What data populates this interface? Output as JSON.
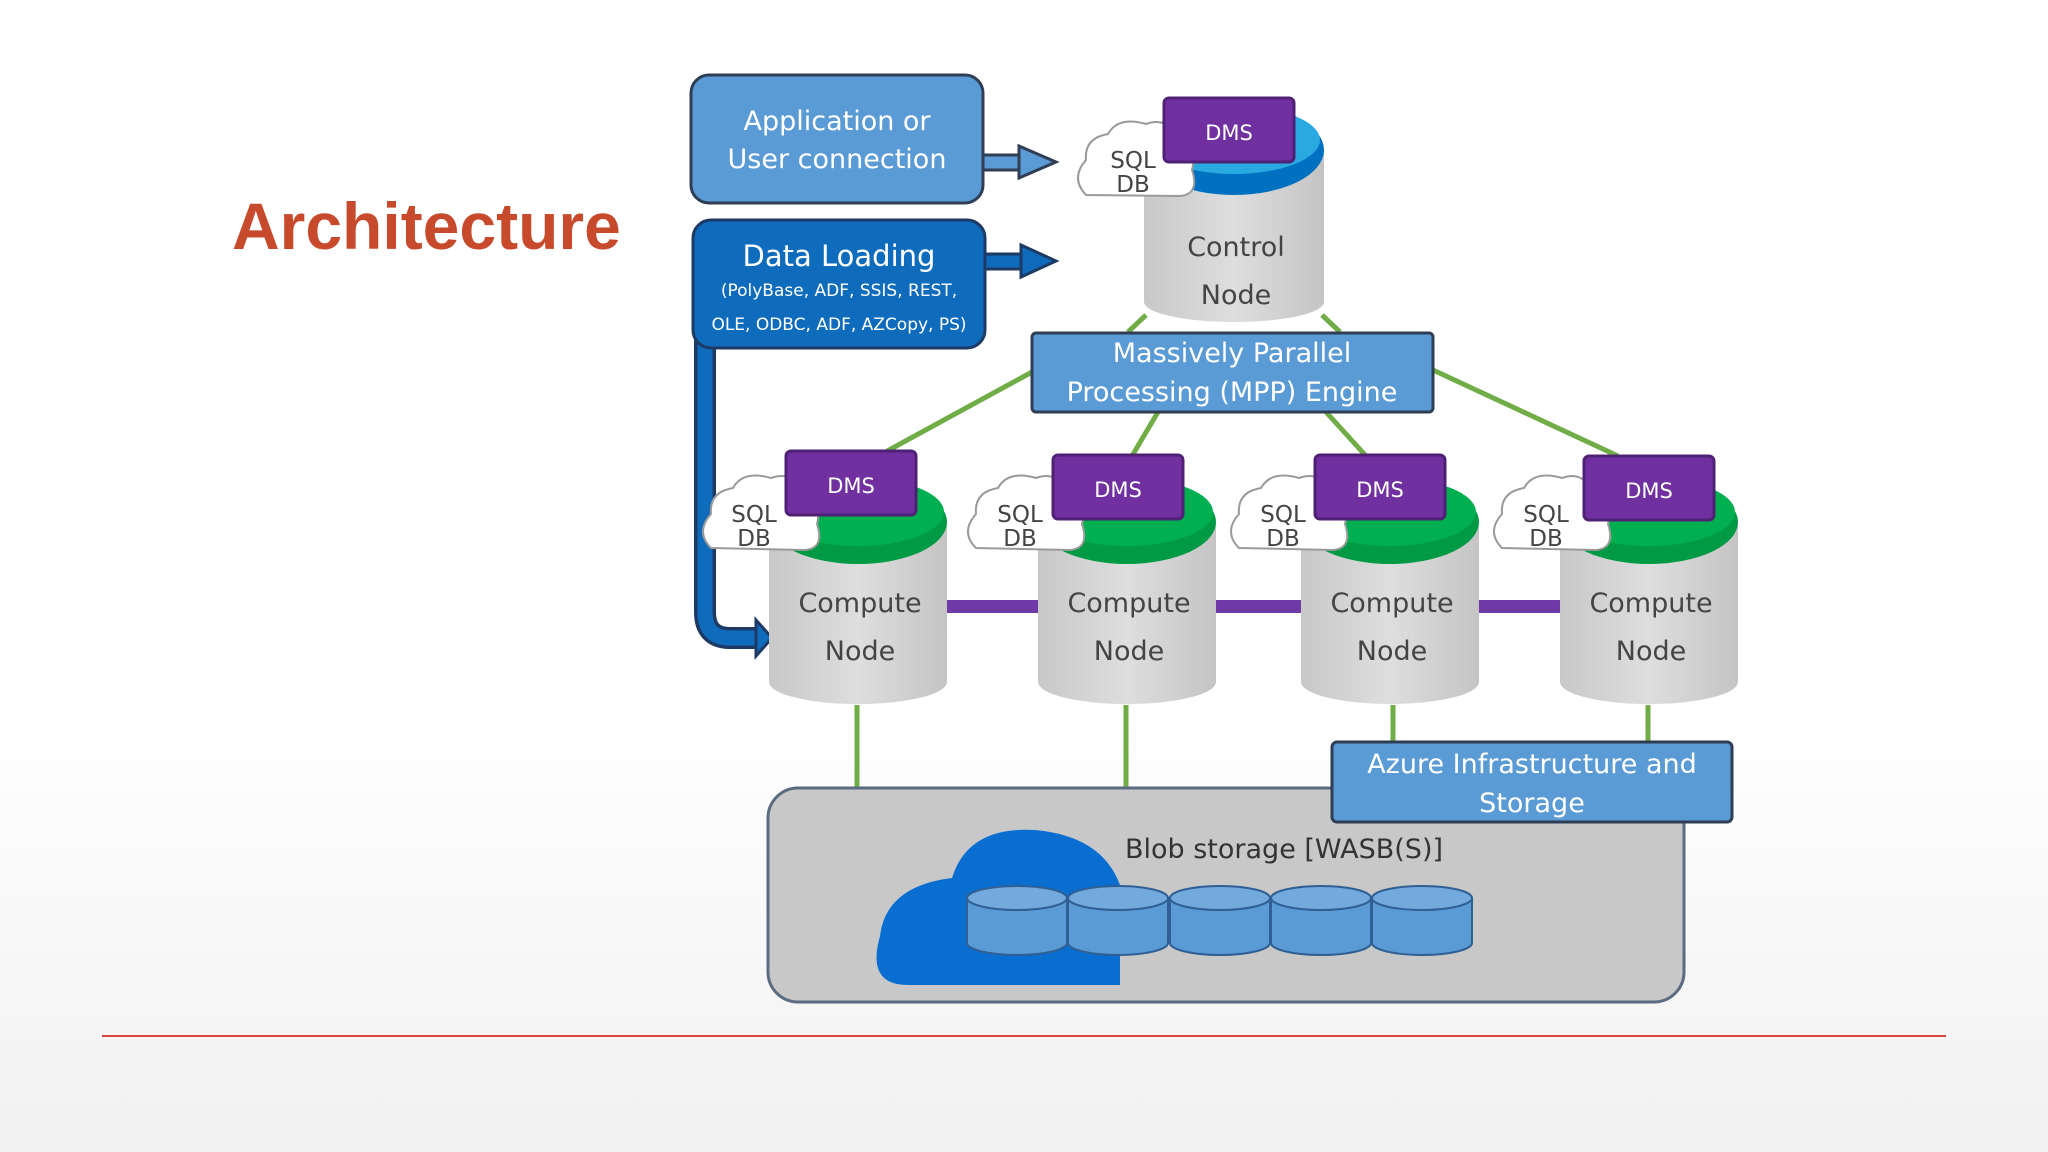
{
  "slide": {
    "title": "Architecture"
  },
  "diagram": {
    "app_connection": {
      "line1": "Application or",
      "line2": "User connection"
    },
    "data_loading": {
      "title": "Data Loading",
      "detail_line1": "(PolyBase, ADF, SSIS, REST,",
      "detail_line2": "OLE, ODBC, ADF, AZCopy, PS)"
    },
    "control_node": {
      "line1": "Control",
      "line2": "Node",
      "dms": "DMS",
      "sql_line1": "SQL",
      "sql_line2": "DB"
    },
    "mpp_engine": {
      "line1": "Massively Parallel",
      "line2": "Processing (MPP) Engine"
    },
    "compute_nodes": [
      {
        "line1": "Compute",
        "line2": "Node",
        "dms": "DMS",
        "sql_line1": "SQL",
        "sql_line2": "DB"
      },
      {
        "line1": "Compute",
        "line2": "Node",
        "dms": "DMS",
        "sql_line1": "SQL",
        "sql_line2": "DB"
      },
      {
        "line1": "Compute",
        "line2": "Node",
        "dms": "DMS",
        "sql_line1": "SQL",
        "sql_line2": "DB"
      },
      {
        "line1": "Compute",
        "line2": "Node",
        "dms": "DMS",
        "sql_line1": "SQL",
        "sql_line2": "DB"
      }
    ],
    "azure_infra": {
      "line1": "Azure Infrastructure and",
      "line2": "Storage"
    },
    "blob_storage": {
      "label": "Blob storage [WASB(S)]"
    }
  },
  "colors": {
    "title": "#c84a2c",
    "box_light_blue": "#5b9bd5",
    "box_dark_blue": "#0f6cbd",
    "dms_purple": "#7030a0",
    "green_line": "#70ad47",
    "cylinder_gray": "#d0d0d0",
    "top_green": "#00b050",
    "blob_cloud": "#0a6ed1",
    "footer_rule": "#d9473b"
  }
}
